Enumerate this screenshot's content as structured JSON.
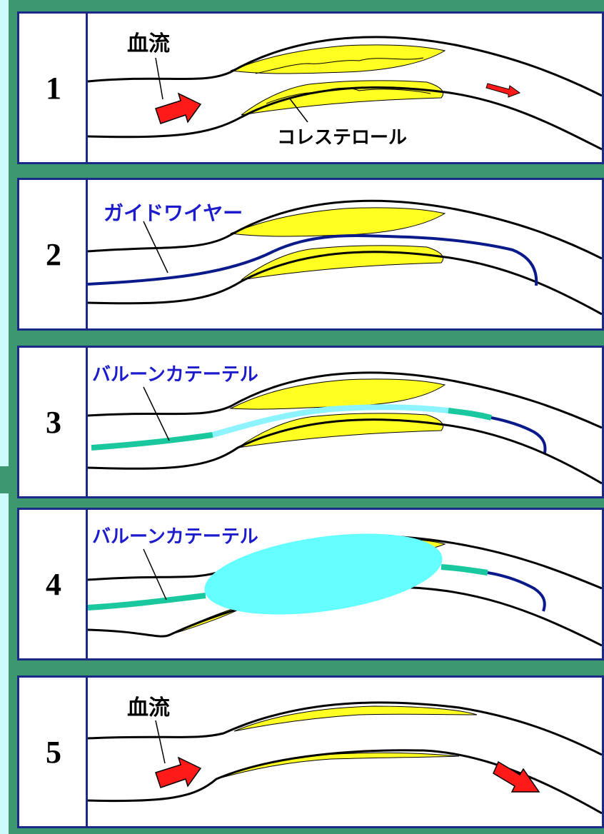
{
  "panels": [
    {
      "number": "1",
      "blood_flow_label": "血流",
      "cholesterol_label": "コレステロール"
    },
    {
      "number": "2",
      "guidewire_label": "ガイドワイヤー"
    },
    {
      "number": "3",
      "catheter_label": "バルーンカテーテル"
    },
    {
      "number": "4",
      "catheter_label": "バルーンカテーテル"
    },
    {
      "number": "5",
      "blood_flow_label": "血流"
    }
  ],
  "colors": {
    "frame_green": "#3d9870",
    "panel_border": "#1a2a86",
    "plaque_yellow": "#ffff22",
    "arrow_red": "#ff1a1a",
    "guidewire_blue": "#0a1a8a",
    "catheter_green": "#1ac8a0",
    "balloon_cyan": "#66ffff",
    "label_blue": "#1c1ccc"
  }
}
